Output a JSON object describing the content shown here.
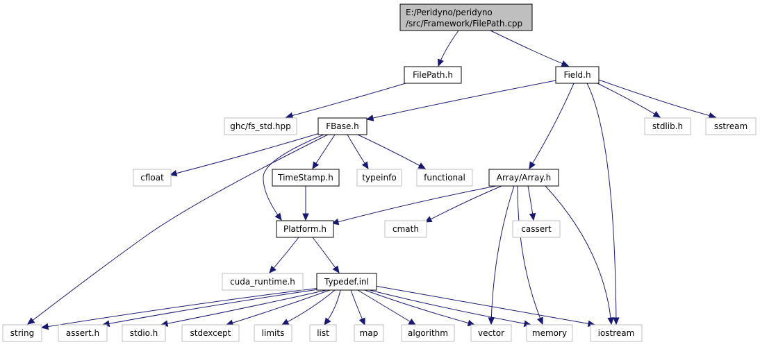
{
  "root": {
    "label_line1": "E:/Peridyno/peridyno",
    "label_line2": "/src/Framework/FilePath.cpp"
  },
  "nodes": {
    "filepath_h": "FilePath.h",
    "field_h": "Field.h",
    "ghc_fs_std_hpp": "ghc/fs_std.hpp",
    "fbase_h": "FBase.h",
    "stdlib_h": "stdlib.h",
    "sstream": "sstream",
    "cfloat": "cfloat",
    "timestamp_h": "TimeStamp.h",
    "typeinfo": "typeinfo",
    "functional": "functional",
    "array_array_h": "Array/Array.h",
    "platform_h": "Platform.h",
    "cmath": "cmath",
    "cassert": "cassert",
    "cuda_runtime_h": "cuda_runtime.h",
    "typedef_inl": "Typedef.inl",
    "string": "string",
    "assert_h": "assert.h",
    "stdio_h": "stdio.h",
    "stdexcept": "stdexcept",
    "limits": "limits",
    "list": "list",
    "map": "map",
    "algorithm": "algorithm",
    "vector": "vector",
    "memory": "memory",
    "iostream": "iostream"
  },
  "colors": {
    "edge": "#191970",
    "root_fill": "#bfbfbf",
    "project_border": "#000000",
    "external_border": "#bfbfbf"
  }
}
